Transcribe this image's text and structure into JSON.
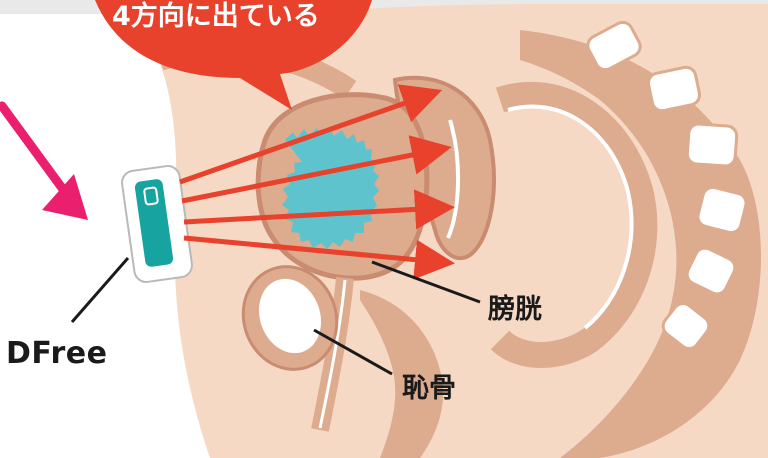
{
  "callout": {
    "text": "4方向に出ている",
    "color": "#e8412c"
  },
  "labels": {
    "device": "DFree",
    "bladder": "膀胱",
    "pubic_bone": "恥骨"
  },
  "colors": {
    "body": "#f6d9c4",
    "organ": "#ddab8e",
    "organ_dark": "#c98c70",
    "bladder": "#5ec3cc",
    "ultrasound": "#e8412c",
    "pointer_arrow": "#ea1f6d",
    "device_accent": "#17a4a0"
  },
  "icons": [
    "pointer-arrow-icon",
    "device-icon"
  ]
}
